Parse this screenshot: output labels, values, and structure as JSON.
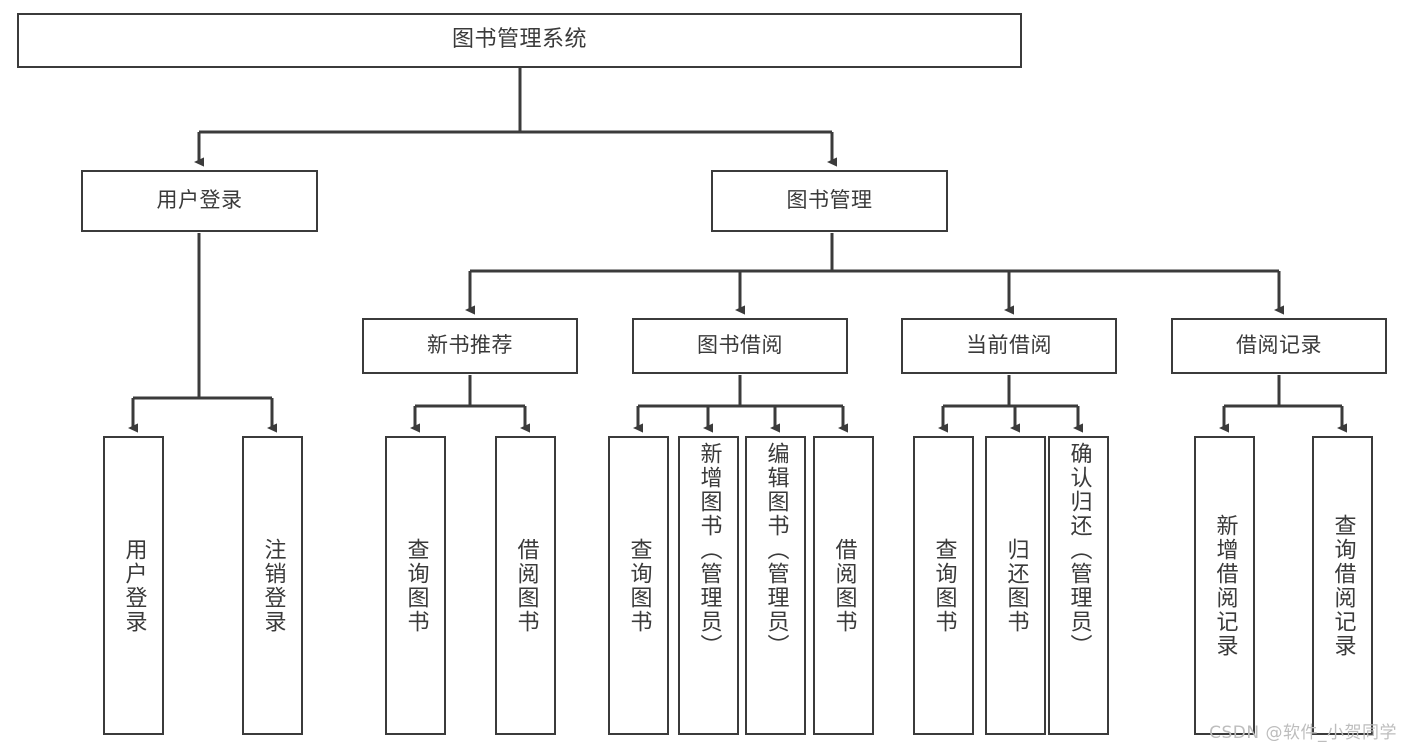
{
  "diagram": {
    "type": "tree",
    "title": "图书管理系统",
    "orientation": "top-down",
    "colors": {
      "node_border": "#3b3b3b",
      "node_fill": "#ffffff",
      "edge": "#3b3b3b",
      "text": "#3a3a3a",
      "watermark": "#bdbdbd",
      "background": "#ffffff"
    },
    "root": {
      "label": "图书管理系统"
    },
    "level2": [
      {
        "label": "用户登录"
      },
      {
        "label": "图书管理"
      }
    ],
    "level3": [
      {
        "label": "新书推荐"
      },
      {
        "label": "图书借阅"
      },
      {
        "label": "当前借阅"
      },
      {
        "label": "借阅记录"
      }
    ],
    "leaves": {
      "user_login": [
        {
          "label": "用户登录"
        },
        {
          "label": "注销登录"
        }
      ],
      "new_book_recommend": [
        {
          "label": "查询图书"
        },
        {
          "label": "借阅图书"
        }
      ],
      "book_borrow": [
        {
          "label": "查询图书"
        },
        {
          "label": "新增图书（管理员）"
        },
        {
          "label": "编辑图书（管理员）"
        },
        {
          "label": "借阅图书"
        }
      ],
      "current_borrow": [
        {
          "label": "查询图书"
        },
        {
          "label": "归还图书"
        },
        {
          "label": "确认归还（管理员）"
        }
      ],
      "borrow_record": [
        {
          "label": "新增借阅记录"
        },
        {
          "label": "查询借阅记录"
        }
      ]
    }
  },
  "watermark": {
    "text": "CSDN @软件_小贺同学"
  }
}
